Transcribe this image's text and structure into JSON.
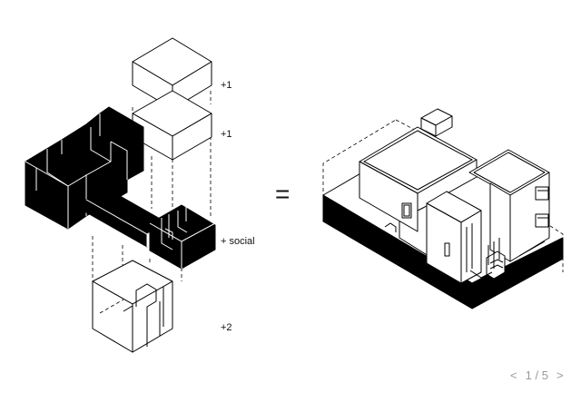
{
  "labels": {
    "top_block": "+1",
    "middle_block": "+1",
    "black_block": "+ social",
    "bottom_block": "+2",
    "equals": "="
  },
  "pager": {
    "prev": "<",
    "current": "1",
    "separator": "/",
    "total": "5",
    "next": ">"
  }
}
